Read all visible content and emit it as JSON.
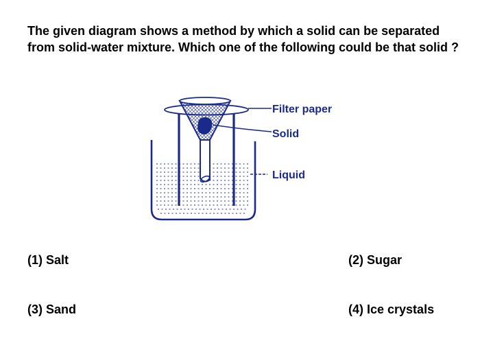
{
  "question": {
    "text": "The given diagram shows a method by which a solid can be separated from solid-water mixture. Which one of the following could be that solid ?"
  },
  "diagram": {
    "labels": {
      "filter_paper": "Filter paper",
      "solid": "Solid",
      "liquid": "Liquid"
    },
    "colors": {
      "ink": "#1a2a8a"
    }
  },
  "options": [
    {
      "label": "(1) Salt"
    },
    {
      "label": "(2) Sugar"
    },
    {
      "label": "(3) Sand"
    },
    {
      "label": "(4) Ice crystals"
    }
  ]
}
